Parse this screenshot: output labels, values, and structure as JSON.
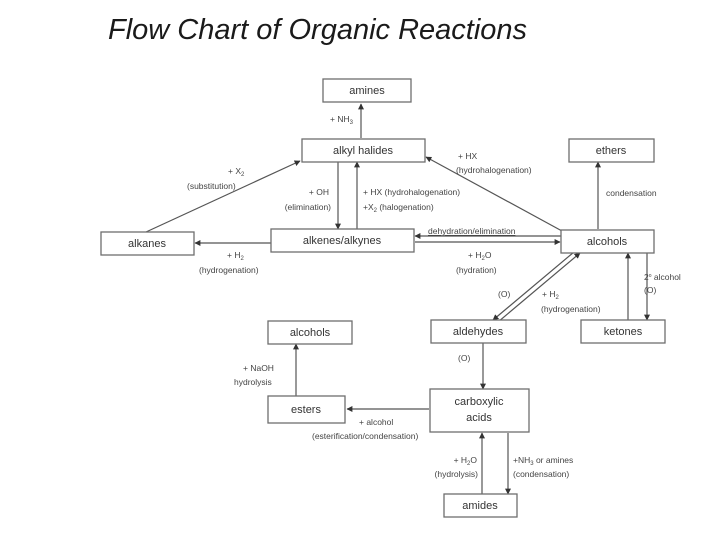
{
  "title": "Flow Chart of Organic Reactions",
  "nodes": {
    "amines": "amines",
    "alkyl_halides": "alkyl halides",
    "ethers": "ethers",
    "alkanes": "alkanes",
    "alkenes_alkynes": "alkenes/alkynes",
    "alcohols": "alcohols",
    "alcohols_2": "alcohols",
    "aldehydes": "aldehydes",
    "ketones": "ketones",
    "esters": "esters",
    "carboxylic_acids_line1": "carboxylic",
    "carboxylic_acids_line2": "acids",
    "amides": "amides"
  },
  "edges": [
    {
      "from": "alkyl halides",
      "to": "amines",
      "label": [
        "+ NH3"
      ]
    },
    {
      "from": "alkanes",
      "to": "alkyl halides",
      "label": [
        "+ X2",
        "(substitution)"
      ]
    },
    {
      "from": "alkyl halides",
      "to": "alkenes/alkynes",
      "label": [
        "+ OH",
        "(elimination)"
      ]
    },
    {
      "from": "alkenes/alkynes",
      "to": "alkyl halides",
      "label": [
        "+ HX (hydrohalogenation)",
        "+X2 (halogenation)"
      ]
    },
    {
      "from": "alcohols",
      "to": "alkyl halides",
      "label": [
        "+ HX",
        "(hydrohalogenation)"
      ]
    },
    {
      "from": "alcohols",
      "to": "ethers",
      "label": [
        "condensation"
      ]
    },
    {
      "from": "alkenes/alkynes",
      "to": "alkanes",
      "label": [
        "+ H2",
        "(hydrogenation)"
      ]
    },
    {
      "from": "alcohols",
      "to": "alkenes/alkynes",
      "label": [
        "dehydration/elimination"
      ]
    },
    {
      "from": "alkenes/alkynes",
      "to": "alcohols",
      "label": [
        "+ H2O",
        "(hydration)"
      ]
    },
    {
      "from": "alcohols",
      "to": "aldehydes",
      "label": [
        "(O)"
      ]
    },
    {
      "from": "aldehydes",
      "to": "alcohols",
      "label": [
        "+ H2",
        "(hydrogenation)"
      ]
    },
    {
      "from": "alcohols",
      "to": "ketones",
      "label": [
        "2° alcohol",
        "(O)"
      ]
    },
    {
      "from": "ketones",
      "to": "alcohols",
      "label": []
    },
    {
      "from": "aldehydes",
      "to": "carboxylic acids",
      "label": [
        "(O)"
      ]
    },
    {
      "from": "carboxylic acids",
      "to": "esters",
      "label": [
        "+ alcohol",
        "(esterification/condensation)"
      ]
    },
    {
      "from": "esters",
      "to": "alcohols",
      "label": [
        "+ NaOH",
        "hydrolysis"
      ]
    },
    {
      "from": "amides",
      "to": "carboxylic acids",
      "label": [
        "+ H2O",
        "(hydrolysis)"
      ]
    },
    {
      "from": "carboxylic acids",
      "to": "amides",
      "label": [
        "+NH3 or amines",
        "(condensation)"
      ]
    }
  ],
  "labels": {
    "nh3": "+ NH",
    "nh3_sub": "3",
    "x2": "+ X",
    "x2_sub": "2",
    "substitution": "(substitution)",
    "oh": "+ OH",
    "elimination": "(elimination)",
    "hx_hydro": "+ HX (hydrohalogenation)",
    "x2_halo_pre": "+X",
    "x2_halo_sub": "2",
    "x2_halo_post": " (halogenation)",
    "hx": "+ HX",
    "hydrohalogenation": "(hydrohalogenation)",
    "condensation": "condensation",
    "h2": "+ H",
    "h2_sub": "2",
    "hydrogenation": "(hydrogenation)",
    "dehydration": "dehydration/elimination",
    "h2o_pre": "+ H",
    "h2o_sub": "2",
    "h2o_post": "O",
    "hydration": "(hydration)",
    "oxidation": "(O)",
    "h2_b": "+ H",
    "h2_b_sub": "2",
    "hydrogenation_b": "(hydrogenation)",
    "secondary_alcohol_pre": "2",
    "secondary_alcohol_sup": "o",
    "secondary_alcohol_post": " alcohol",
    "oxidation_b": "(O)",
    "oxidation_c": "(O)",
    "naoh": "+ NaOH",
    "hydrolysis": "hydrolysis",
    "alcohol_plus": "+ alcohol",
    "esterification": "(esterification/condensation)",
    "h2o_c_pre": "+ H",
    "h2o_c_sub": "2",
    "h2o_c_post": "O",
    "hydrolysis_paren": "(hydrolysis)",
    "nh3_amines_pre": "+NH",
    "nh3_amines_sub": "3",
    "nh3_amines_post": " or amines",
    "condensation_paren": "(condensation)"
  }
}
